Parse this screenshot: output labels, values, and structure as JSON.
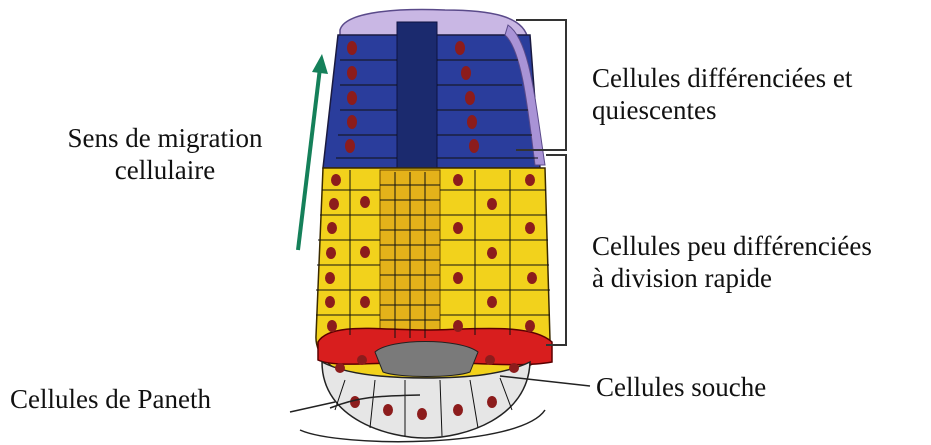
{
  "labels": {
    "migration": {
      "line1": "Sens de migration",
      "line2": "cellulaire"
    },
    "differentiated": {
      "line1": "Cellules différenciées et",
      "line2": "quiescentes"
    },
    "proliferating": {
      "line1": "Cellules peu différenciées",
      "line2": "à division rapide"
    },
    "paneth": "Cellules de Paneth",
    "stem": "Cellules souche"
  },
  "colors": {
    "differentiated_zone": "#2a3d9c",
    "proliferating_zone": "#f2d21c",
    "stem_zone": "#d81e1e",
    "paneth_zone": "#e6e6e6",
    "nucleus": "#8c1c1c",
    "arrow": "#15805a",
    "bracket": "#333333"
  },
  "icons": {
    "arrow": "upward-arrow-icon"
  }
}
